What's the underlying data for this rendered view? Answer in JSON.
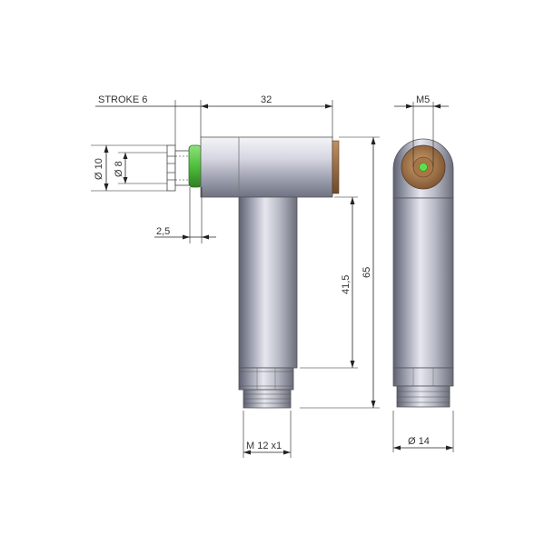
{
  "drawing": {
    "dimensions": {
      "stroke": "STROKE  6",
      "length_32": "32",
      "diameter_10": "Ø 10",
      "diameter_8": "Ø 8",
      "offset_2_5": "2,5",
      "height_41_5": "41,5",
      "height_65": "65",
      "thread": "M  12 x1",
      "port": "M5",
      "diameter_14": "Ø  14"
    },
    "colors": {
      "ring_green": "#4fbf3c",
      "port_brown": "#9a6a3a",
      "led_green": "#5ee04a",
      "body_metal": "#b9bcc8",
      "line": "#222222"
    }
  }
}
